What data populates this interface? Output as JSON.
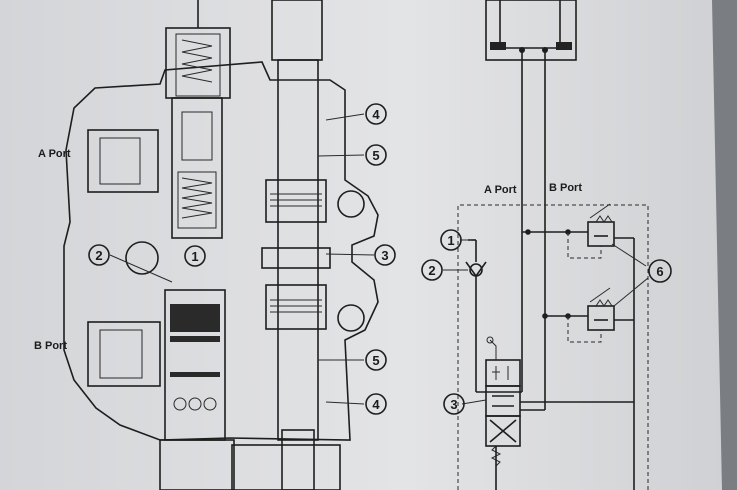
{
  "section_view": {
    "a_port_label": "A Port",
    "b_port_label": "B Port",
    "callouts": [
      "1",
      "2",
      "3",
      "4",
      "5",
      "5",
      "4"
    ]
  },
  "schematic": {
    "a_port_label": "A Port",
    "b_port_label": "B Port",
    "callouts": [
      "1",
      "2",
      "3",
      "6"
    ]
  },
  "colors": {
    "paper": "#dedfe1",
    "ink": "#1e1e1e",
    "background_edge": "#6c6f74"
  }
}
